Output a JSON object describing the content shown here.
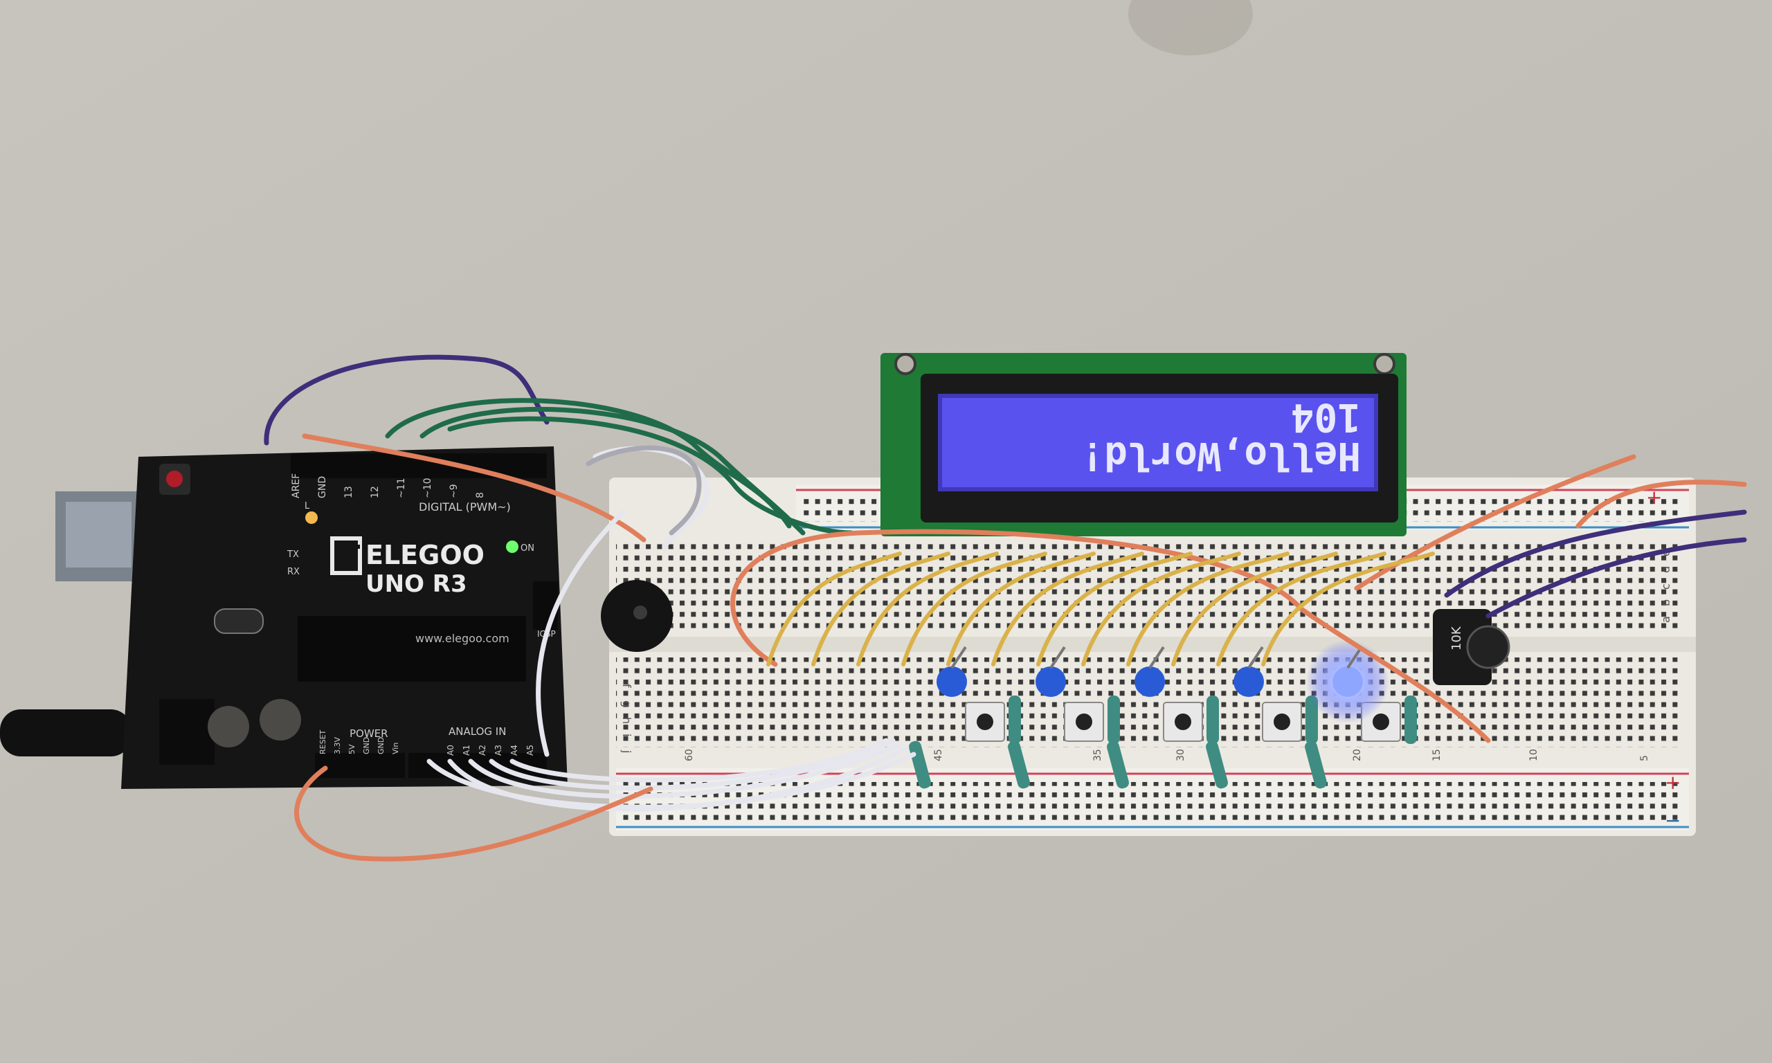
{
  "board": {
    "brand": "ELEGOO",
    "model": "UNO R3",
    "website": "www.elegoo.com",
    "header_digital": "DIGITAL (PWM~)",
    "header_power": "POWER",
    "header_analog": "ANALOG IN",
    "power_pins": [
      "RESET",
      "3.3V",
      "5V",
      "GND",
      "GND",
      "Vin"
    ],
    "analog_pins": [
      "A0",
      "A1",
      "A2",
      "A3",
      "A4",
      "A5"
    ],
    "digital_pins": [
      "AREF",
      "GND",
      "13",
      "12",
      "~11",
      "~10",
      "~9",
      "8"
    ],
    "led_labels": [
      "L",
      "TX",
      "RX",
      "ON"
    ],
    "icsp": "ICSP"
  },
  "lcd": {
    "line1": "Hello,World!",
    "line2": "104",
    "rotated_180": true,
    "backlight_color": "#5a52ee"
  },
  "breadboard": {
    "rail_plus": "+",
    "rail_minus": "−",
    "row_letters_top": [
      "a",
      "b",
      "c",
      "d",
      "e"
    ],
    "row_letters_bottom": [
      "f",
      "g",
      "h",
      "i",
      "j"
    ],
    "column_numbers": [
      "60",
      "45",
      "35",
      "30",
      "20",
      "15",
      "10",
      "5"
    ]
  },
  "potentiometer": {
    "label": "10K"
  },
  "components": {
    "buttons": 5,
    "leds": 5,
    "lit_led_index": 4,
    "led_color": "#2a5bd6",
    "lit_led_color": "#8fa6ff"
  },
  "colors": {
    "table": "#c9c6bf",
    "board_pcb": "#151515",
    "breadboard": "#ece9e2",
    "lcd_pcb": "#1e7a34",
    "wire_green": "#1f6b4a",
    "wire_yellow": "#d9b24a",
    "wire_orange": "#e07f5c",
    "wire_white": "#e6e6ee",
    "wire_purple": "#3d2f7a",
    "wire_grey": "#a9a9b3"
  }
}
